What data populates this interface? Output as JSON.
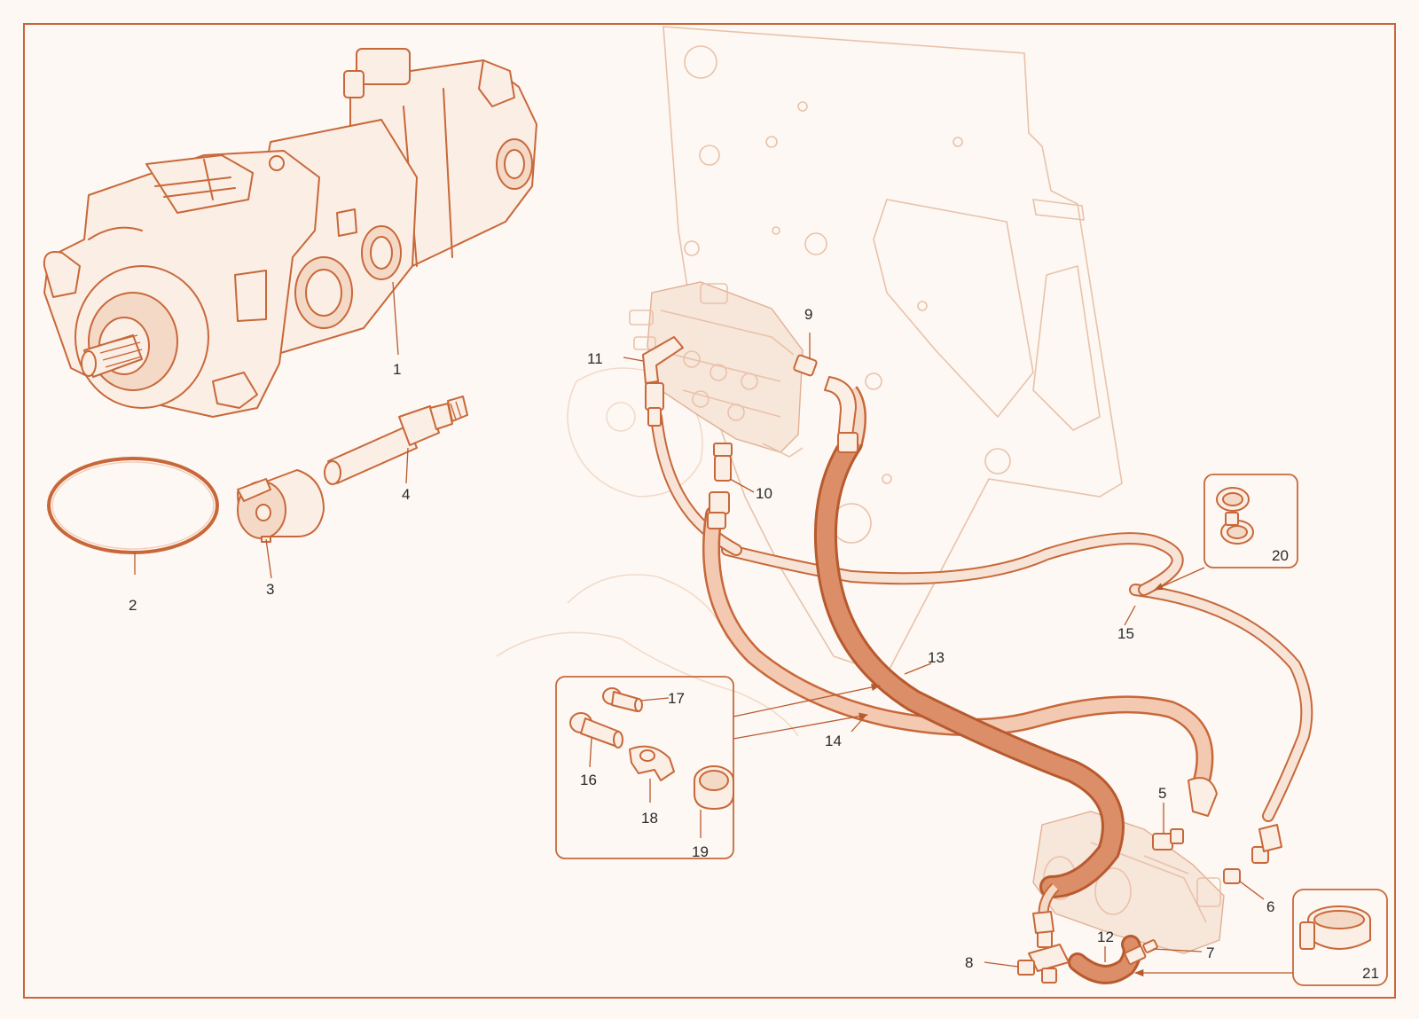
{
  "callouts": {
    "c1": "1",
    "c2": "2",
    "c3": "3",
    "c4": "4",
    "c5": "5",
    "c6": "6",
    "c7": "7",
    "c8": "8",
    "c9": "9",
    "c10": "10",
    "c11": "11",
    "c12": "12",
    "c13": "13",
    "c14": "14",
    "c15": "15",
    "c16": "16",
    "c17": "17",
    "c18": "18",
    "c19": "19",
    "c20": "20",
    "c21": "21"
  },
  "colors": {
    "line": "#c8683a",
    "faint": "#e9c2aa",
    "background": "#fdf8f3",
    "hose_dark": "#d88a64",
    "hose_light": "#f2cdb8"
  }
}
